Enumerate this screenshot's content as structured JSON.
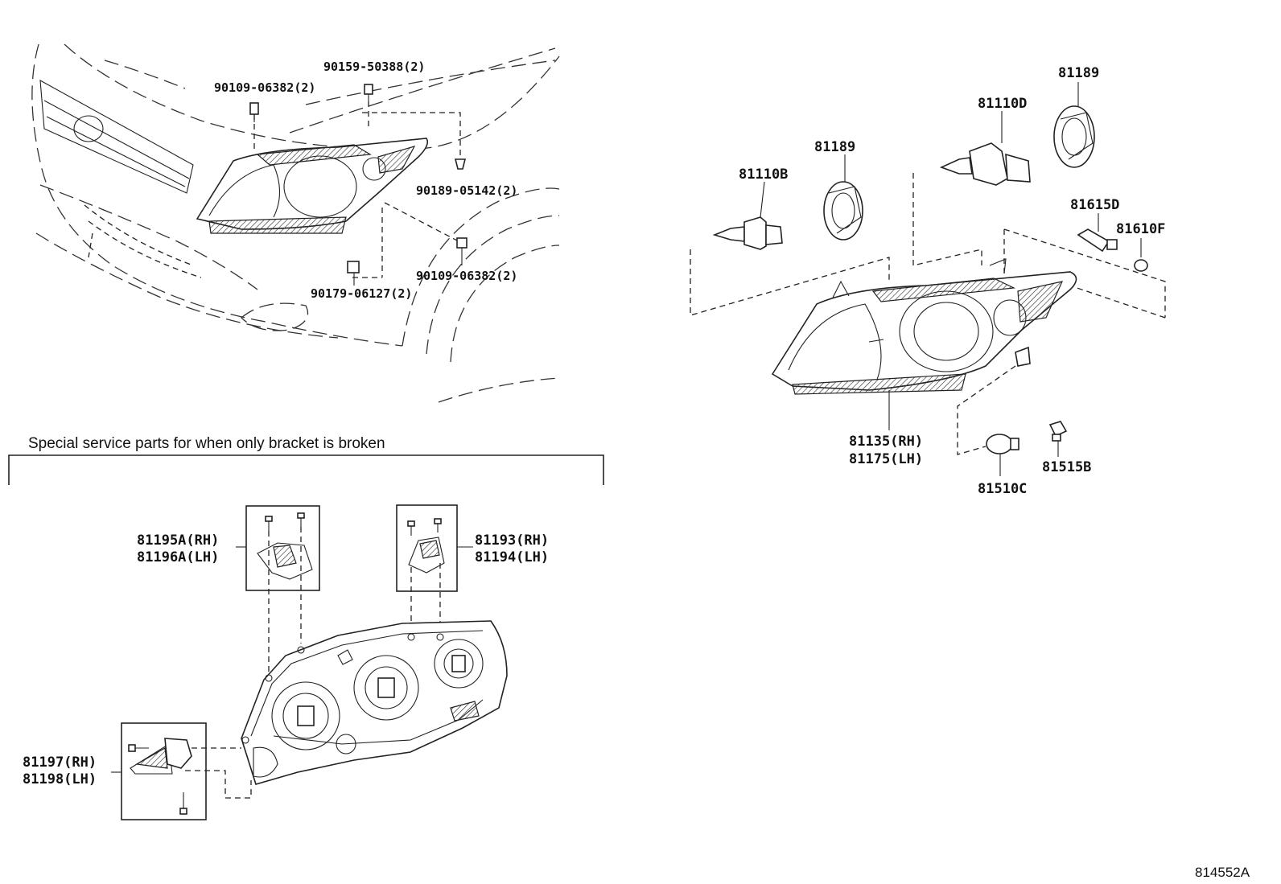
{
  "labels": {
    "car": {
      "screw_top": "90159-50388(2)",
      "bolt_left": "90109-06382(2)",
      "clip_right": "90189-05142(2)",
      "bolt_lower": "90109-06382(2)",
      "nut_lower": "90179-06127(2)"
    },
    "assembly": {
      "bulb_b": "81110B",
      "cap_mid": "81189",
      "bulb_d": "81110D",
      "cap_top": "81189",
      "socket_d": "81615D",
      "bulb_f": "81610F",
      "unit_rh": "81135(RH)",
      "unit_lh": "81175(LH)",
      "bulb_c": "81510C",
      "socket_b": "81515B"
    },
    "service": {
      "heading": "Special service parts for when only bracket is broken",
      "bracket_a_rh": "81195A(RH)",
      "bracket_a_lh": "81196A(LH)",
      "bracket_b_rh": "81193(RH)",
      "bracket_b_lh": "81194(LH)",
      "bracket_c_rh": "81197(RH)",
      "bracket_c_lh": "81198(LH)"
    },
    "diagram_id": "814552A"
  },
  "icons": [
    "headlamp-assembly",
    "bulb-icon",
    "socket-cap-icon",
    "bolt-icon",
    "clip-icon",
    "bracket-icon"
  ]
}
